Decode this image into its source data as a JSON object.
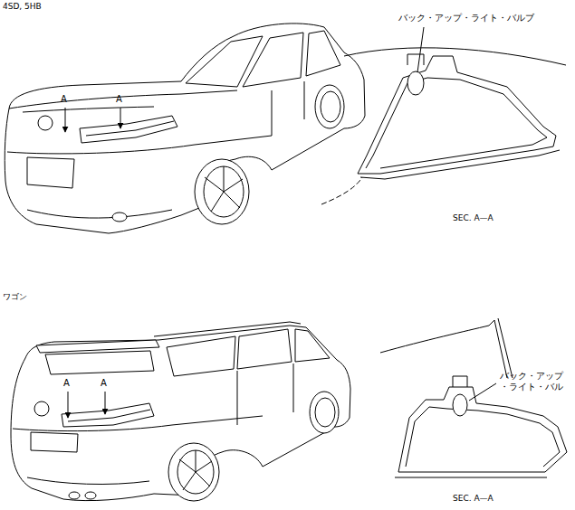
{
  "diagram": {
    "labels": [
      "4SD, 5HB",
      "A",
      "A",
      "バック・アップ・ライト・バルブ",
      "SEC. A—A",
      "ワゴン",
      "A",
      "A",
      "バック・アップ・ライト・バル",
      "SEC. A—A"
    ]
  }
}
